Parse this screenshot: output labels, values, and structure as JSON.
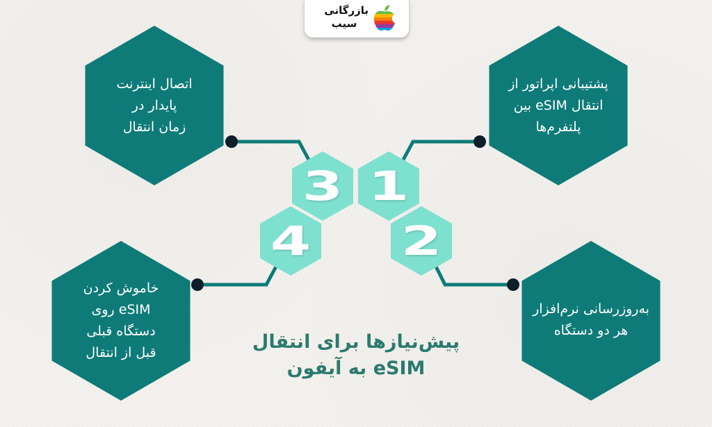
{
  "brand": {
    "name_line1": "بازرگانی",
    "name_line2": "سیب",
    "logo_icon": "rainbow-apple-icon"
  },
  "title": {
    "line1": "پیش‌نیازها برای انتقال",
    "line2": "eSIM به آیفون"
  },
  "colors": {
    "background": "#f3f1ed",
    "large_hex": "#0e7b78",
    "small_hex": "#7ee0cf",
    "connector": "#0e7b78",
    "dot": "#0c1f2a",
    "title": "#2b7a6f",
    "number": "#ffffff"
  },
  "steps": [
    {
      "number": "1",
      "lines": [
        "پشتیبانی اپراتور از",
        "انتقال eSIM بین",
        "پلتفرم‌ها"
      ]
    },
    {
      "number": "2",
      "lines": [
        "به‌روزرسانی نرم‌افزار",
        "هر دو دستگاه"
      ]
    },
    {
      "number": "3",
      "lines": [
        "اتصال اینترنت",
        "پایدار در",
        "زمان انتقال"
      ]
    },
    {
      "number": "4",
      "lines": [
        "خاموش کردن",
        "eSIM روی",
        "دستگاه قبلی",
        "قبل از انتقال"
      ]
    }
  ]
}
